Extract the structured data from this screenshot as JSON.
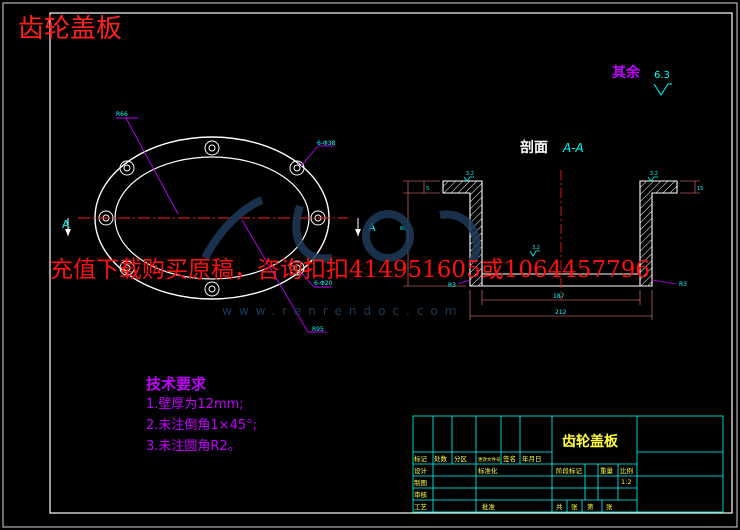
{
  "overlay_title": "齿轮盖板",
  "watermark": "充值下载购买原稿，咨询扣扣414951605或1064457796",
  "watermark_url": "www.renrendoc.com",
  "finish": {
    "label": "其余",
    "value": "6.3"
  },
  "section_label": {
    "cn": "剖面",
    "ref": "A-A"
  },
  "plan_view": {
    "marker_left": "A",
    "marker_right": "A",
    "dim_r66": "R66",
    "dim_holes": "6-Φ38",
    "dim_d20": "6-Φ20",
    "dim_r95": "R95"
  },
  "section_view": {
    "rough_tl": "3.2",
    "rough_tr": "3.2",
    "rough_mid": "3.2",
    "dim_h_left": "5",
    "dim_h_right": "15",
    "dim_depth": "60",
    "dim_r3_left": "R3",
    "dim_r3_right": "R3",
    "dim_inner": "187",
    "dim_outer": "212"
  },
  "tech_req": {
    "heading": "技术要求",
    "items": [
      "1.壁厚为12mm;",
      "2.未注倒角1×45°;",
      "3.未注圆角R2。"
    ]
  },
  "title_block": {
    "part_name": "齿轮盖板",
    "row_hdr": [
      "标记",
      "处数",
      "分区",
      "更改文件号",
      "签名",
      "年月日"
    ],
    "left_labels": [
      "设计",
      "制图",
      "审核",
      "工艺"
    ],
    "std_label": "标准化",
    "approve_label": "批准",
    "mid_hdr": [
      "阶段标记",
      "重量",
      "比例"
    ],
    "scale": "1:2",
    "sheet": [
      "共",
      "张",
      "第",
      "张"
    ]
  }
}
